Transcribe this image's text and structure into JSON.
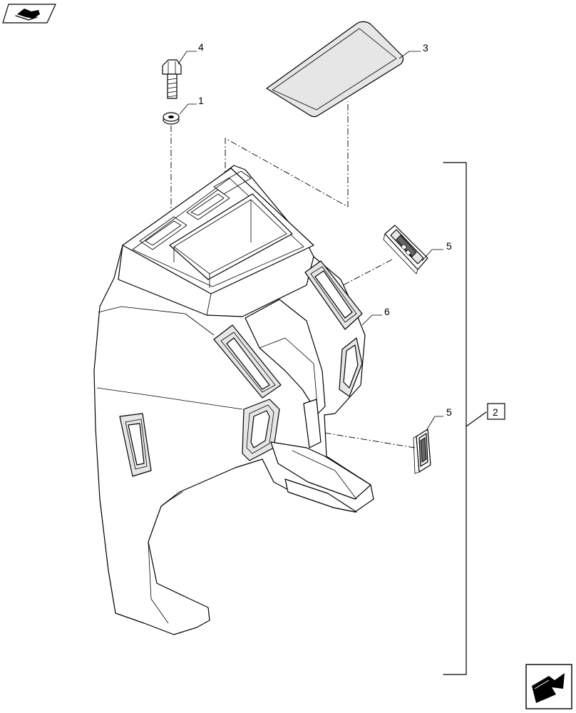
{
  "icons": {
    "top_left": "assembly-book-icon",
    "bottom_right": "next-page-arrow-icon"
  },
  "callouts": {
    "part_1": "1",
    "part_3": "3",
    "part_4": "4",
    "part_5_upper": "5",
    "part_5_lower": "5",
    "part_6": "6",
    "assembly_2": "2"
  }
}
